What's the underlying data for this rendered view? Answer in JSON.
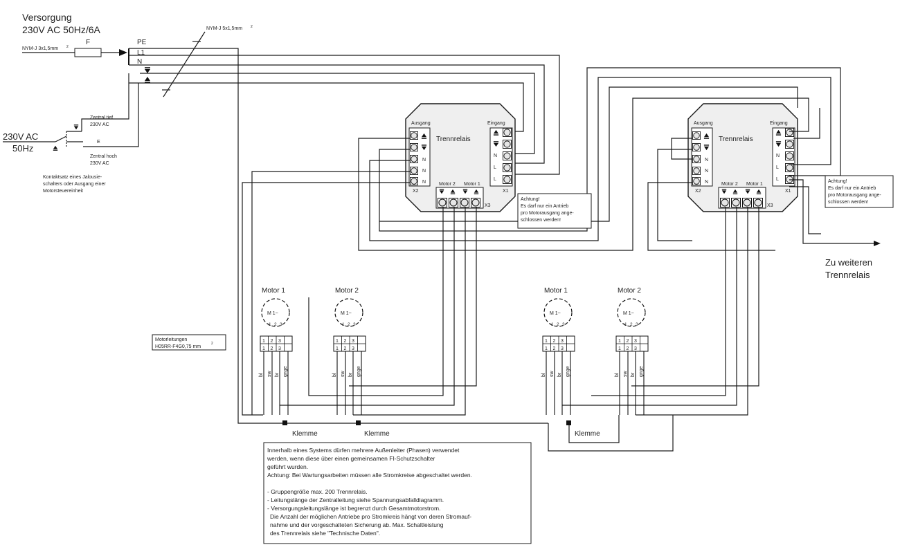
{
  "supply": {
    "title_line1": "Versorgung",
    "title_line2": "230V AC 50Hz/6A",
    "cable_in": "NYM-J 3x1,5mm",
    "cable_in_sup": "2",
    "fuse": "F",
    "pe": "PE",
    "l1": "L1",
    "n": "N",
    "cable_out": "NYM-J 5x1,5mm",
    "cable_out_sup": "2"
  },
  "switch": {
    "voltage_line1": "230V AC",
    "voltage_line2": "50Hz",
    "down_line1": "Zentral tief",
    "down_line2": "230V AC",
    "up_line1": "Zentral hoch",
    "up_line2": "230V AC",
    "e_label": "E",
    "note_line1": "Kontaktsatz eines Jalousie-",
    "note_line2": "schalters oder Ausgang einer",
    "note_line3": "Motorsteuereinheit"
  },
  "relay_title": "Trennrelais",
  "relay_out_title": "Ausgang",
  "relay_in_title": "Eingang",
  "relay_x1": "X1",
  "relay_x2": "X2",
  "relay_x3": "X3",
  "relay_motor1": "Motor 1",
  "relay_motor2": "Motor 2",
  "terminal_n": "N",
  "terminal_l": "L",
  "warning": {
    "line1": "Achtung!",
    "line2": "Es darf nur ein Antrieb",
    "line3": "pro Motorausgang ange-",
    "line4": "schlossen werden!"
  },
  "motor": {
    "motor1": "Motor 1",
    "motor2": "Motor 2",
    "symbol": "M 1~",
    "pin1": "1",
    "pin2": "2",
    "pin3": "3",
    "wire_bl": "bl",
    "wire_sw": "sw",
    "wire_br": "br",
    "wire_gnge": "gnge"
  },
  "motor_cable": {
    "line1": "Motorleitungen",
    "line2": "H05RR-F4G0,75 mm",
    "sup": "2"
  },
  "clamp": "Klemme",
  "further": {
    "line1": "Zu weiteren",
    "line2": "Trennrelais"
  },
  "notes": {
    "line1": "Innerhalb eines Systems dürfen mehrere Außenleiter (Phasen) verwendet",
    "line2": "werden, wenn diese über einen gemeinsamen FI-Schutzschalter",
    "line3": "geführt wurden.",
    "line4": "Achtung: Bei Wartungsarbeiten müssen alle Stromkreise abgeschaltet werden.",
    "line5": "- Gruppengröße max. 200 Trennrelais.",
    "line6": "- Leitungslänge der Zentralleitung siehe Spannungsabfalldiagramm.",
    "line7": "- Versorgungsleitungslänge ist begrenzt durch Gesamtmotorstrom.",
    "line8": "Die Anzahl der möglichen Antriebe pro Stromkreis hängt von deren Stromauf-",
    "line9": "nahme und der vorgeschalteten Sicherung ab. Max. Schaltleistung",
    "line10": "des Trennrelais siehe \"Technische Daten\"."
  }
}
